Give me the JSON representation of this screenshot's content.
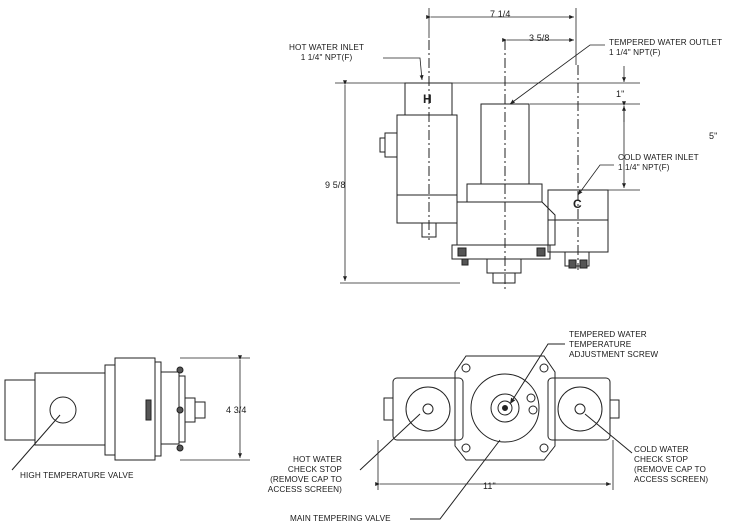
{
  "dimensions": {
    "overall_width_top": "7 1/4",
    "outlet_offset": "3 5/8",
    "outlet_rise": "1\"",
    "cold_drop": "5\"",
    "overall_height": "9 5/8",
    "side_height": "4 3/4",
    "front_width": "11\""
  },
  "callouts": {
    "hot_inlet": "HOT WATER INLET\n1 1/4\" NPT(F)",
    "tempered_outlet": "TEMPERED WATER OUTLET\n1 1/4\" NPT(F)",
    "cold_inlet": "COLD WATER INLET\n1 1/4\" NPT(F)",
    "adjust_screw": "TEMPERED WATER\nTEMPERATURE\nADJUSTMENT SCREW",
    "high_temp_valve": "HIGH TEMPERATURE VALVE",
    "hot_check_stop": "HOT WATER\nCHECK STOP\n(REMOVE CAP TO\nACCESS SCREEN)",
    "cold_check_stop": "COLD WATER\nCHECK STOP\n(REMOVE CAP TO\nACCESS SCREEN)",
    "main_valve": "MAIN TEMPERING VALVE"
  },
  "port_marks": {
    "hot": "H",
    "cold": "C"
  }
}
